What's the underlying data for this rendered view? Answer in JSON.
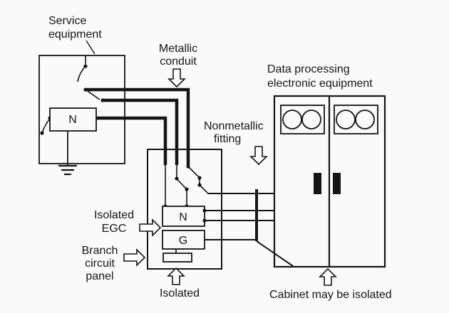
{
  "colors": {
    "background": "#fafafa",
    "line": "#151515"
  },
  "labels": {
    "service_equipment": {
      "line1": "Service",
      "line2": "equipment"
    },
    "metallic_conduit": {
      "line1": "Metallic",
      "line2": "conduit"
    },
    "data_processing_equipment": {
      "line1": "Data processing",
      "line2": "electronic equipment"
    },
    "nonmetallic_fitting": {
      "line1": "Nonmetallic",
      "line2": "fitting"
    },
    "isolated_egc": {
      "line1": "Isolated",
      "line2": "EGC"
    },
    "branch_circuit_panel": {
      "line1": "Branch",
      "line2": "circuit",
      "line3": "panel"
    },
    "isolated_pad": "Isolated",
    "cabinet_note": "Cabinet may be isolated",
    "service_neutral_bus": "N",
    "panel_neutral_bus": "N",
    "panel_ground_bus": "G"
  },
  "icons": {
    "metallic_conduit_pointer": "hollow-down-arrow",
    "nonmetallic_fitting_pointer": "hollow-down-arrow",
    "isolated_egc_pointer": "hollow-right-arrow",
    "branch_circuit_panel_pointer": "hollow-right-arrow",
    "isolated_pad_pointer": "hollow-up-arrow",
    "cabinet_pointer": "hollow-up-arrow",
    "service_ground": "earth-ground-symbol"
  }
}
